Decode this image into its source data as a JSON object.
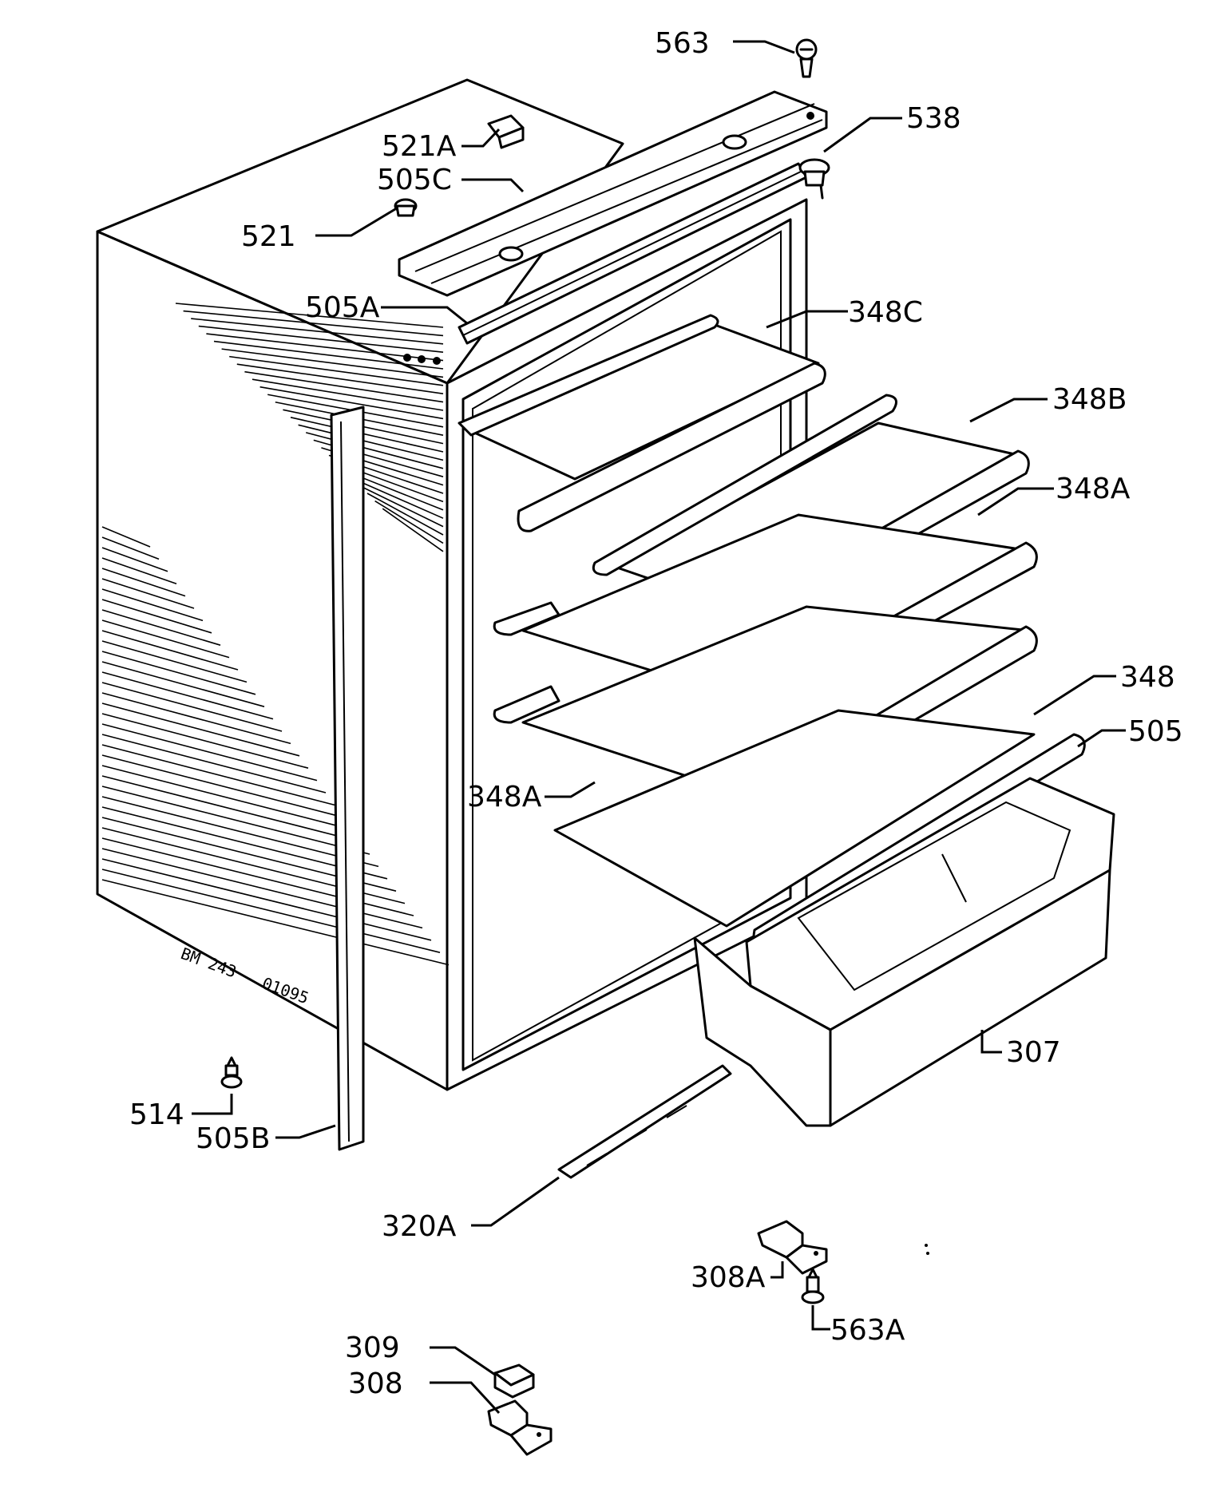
{
  "diagram": {
    "type": "exploded-parts-view",
    "drawing_code": "BM 243 - 01095",
    "labels": {
      "p563": "563",
      "p538": "538",
      "p521A": "521A",
      "p505C": "505C",
      "p521": "521",
      "p505A": "505A",
      "p348C": "348C",
      "p348B": "348B",
      "p348A_right": "348A",
      "p348": "348",
      "p505": "505",
      "p348A_left": "348A",
      "p307": "307",
      "p514": "514",
      "p505B": "505B",
      "p320A": "320A",
      "p308A": "308A",
      "p563A": "563A",
      "p309": "309",
      "p308": "308"
    }
  }
}
